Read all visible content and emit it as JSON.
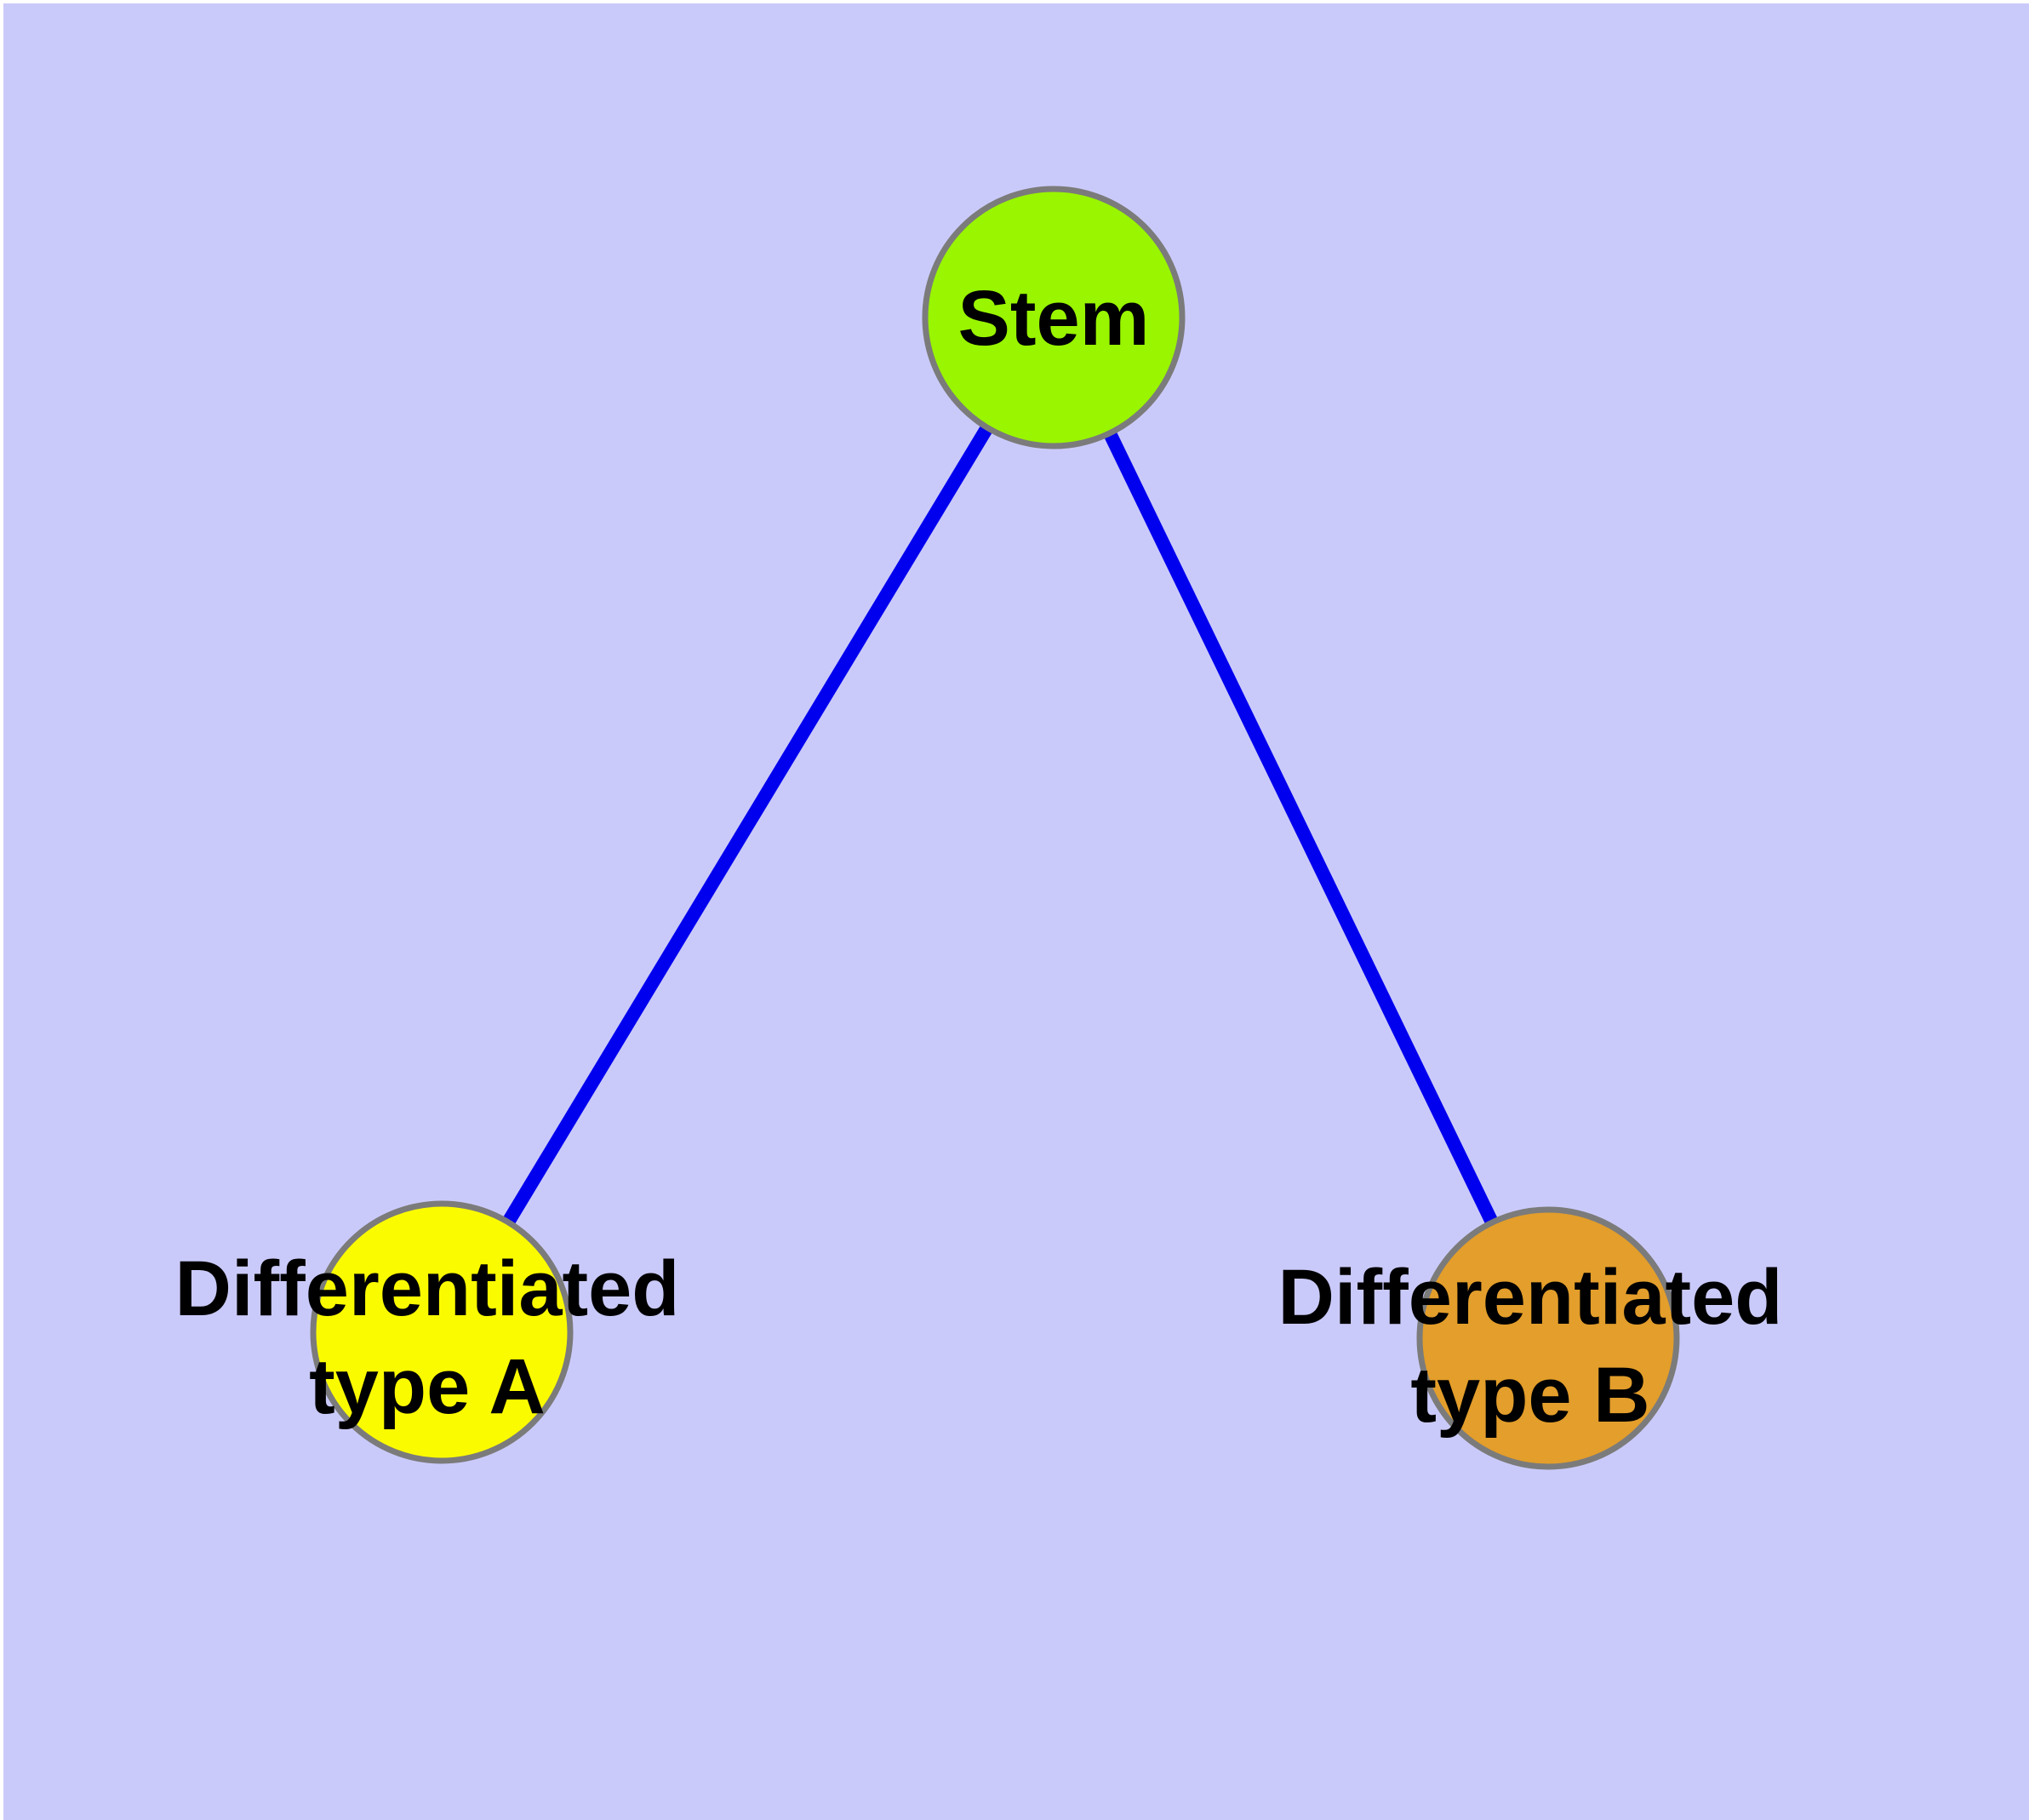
{
  "diagram": {
    "background_color": "#cacafa",
    "border_color": "#ffffff",
    "edge_color": "#0000ee",
    "node_border_color": "#7b7b7b",
    "label_color": "#000000",
    "nodes": [
      {
        "id": "stem",
        "label": "Stem",
        "label_line1": "Stem",
        "label_line2": "",
        "fill": "#99f500"
      },
      {
        "id": "differentiated-type-a",
        "label": "Differentiated type A",
        "label_line1": "Differentiated",
        "label_line2": "type A",
        "fill": "#fbfb00"
      },
      {
        "id": "differentiated-type-b",
        "label": "Differentiated type B",
        "label_line1": "Differentiated",
        "label_line2": "type B",
        "fill": "#e39e2b"
      }
    ],
    "edges": [
      {
        "from": "Stem",
        "to": "Differentiated type A"
      },
      {
        "from": "Stem",
        "to": "Differentiated type B"
      }
    ]
  }
}
